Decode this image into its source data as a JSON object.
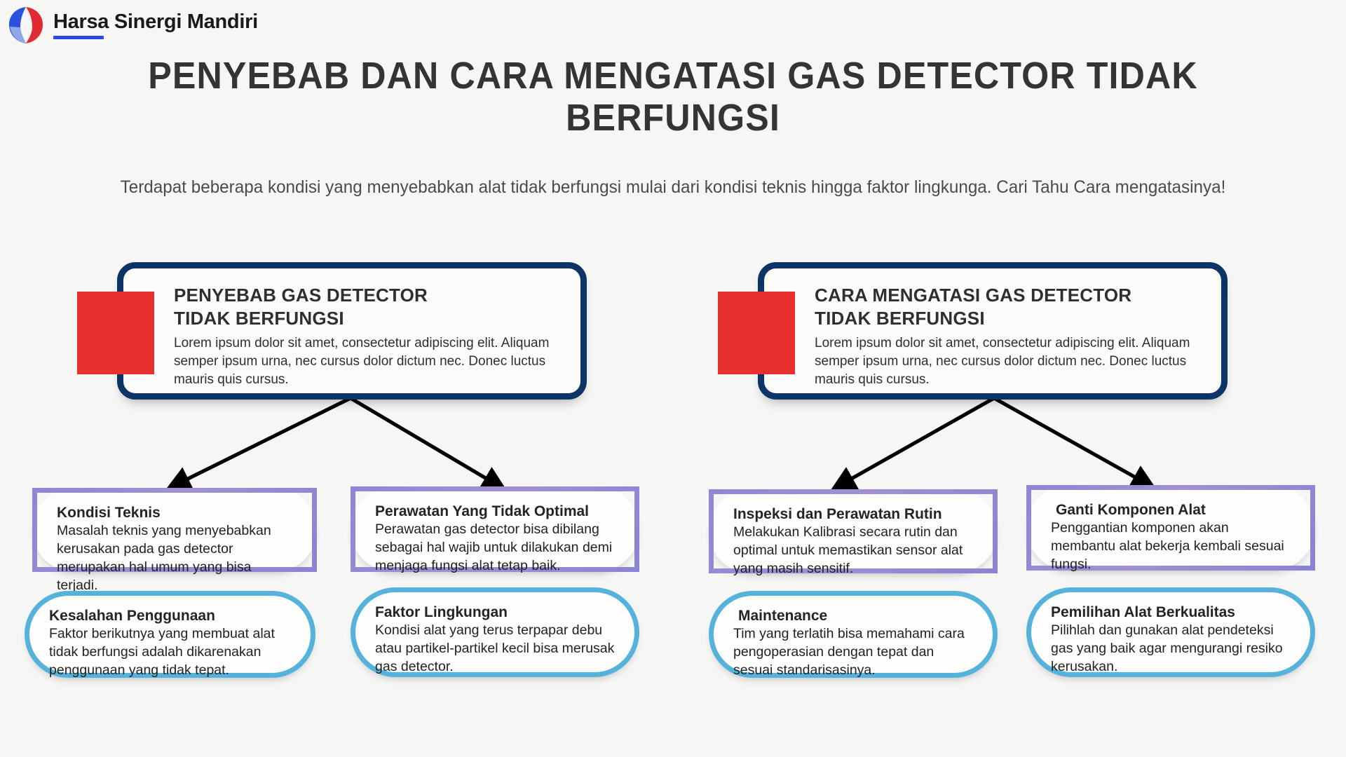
{
  "brand": {
    "name": "Harsa Sinergi Mandiri",
    "logo_icon": "harsa-shield-logo",
    "colors": {
      "blue": "#2b48e6",
      "red": "#e8302e",
      "light_blue": "#8fa8e8"
    }
  },
  "header": {
    "title": "PENYEBAB DAN CARA MENGATASI GAS DETECTOR TIDAK BERFUNGSI",
    "subtitle": "Terdapat beberapa kondisi yang menyebabkan alat tidak berfungsi mulai dari kondisi teknis hingga faktor lingkunga. Cari Tahu Cara mengatasinya!"
  },
  "colors": {
    "navy": "#0d3466",
    "red": "#e8302e",
    "purple": "#9790d6",
    "blue": "#55b2db",
    "background": "#f6f6f4",
    "text": "#2f2f2f"
  },
  "columns": [
    {
      "id": "penyebab",
      "head": {
        "title": "PENYEBAB GAS DETECTOR\nTIDAK BERFUNGSI",
        "body": "Lorem ipsum dolor sit amet, consectetur adipiscing elit. Aliquam semper ipsum urna, nec cursus dolor dictum nec. Donec luctus mauris quis cursus."
      },
      "leaves": [
        {
          "title": "Kondisi Teknis",
          "body": "Masalah teknis yang menyebabkan kerusakan pada gas detector merupakan hal umum yang bisa terjadi.",
          "accent": "purple"
        },
        {
          "title": "Perawatan Yang Tidak Optimal",
          "body": "Perawatan gas detector bisa dibilang sebagai hal wajib untuk dilakukan demi menjaga fungsi alat tetap baik.",
          "accent": "purple"
        },
        {
          "title": "Kesalahan Penggunaan",
          "body": "Faktor berikutnya yang membuat alat tidak berfungsi adalah dikarenakan penggunaan yang tidak tepat.",
          "accent": "blue"
        },
        {
          "title": "Faktor Lingkungan",
          "body": "Kondisi alat yang terus terpapar debu atau partikel-partikel kecil bisa merusak gas detector.",
          "accent": "blue"
        }
      ]
    },
    {
      "id": "cara-mengatasi",
      "head": {
        "title": "CARA MENGATASI GAS DETECTOR\nTIDAK BERFUNGSI",
        "body": "Lorem ipsum dolor sit amet, consectetur adipiscing elit. Aliquam semper ipsum urna, nec cursus dolor dictum nec. Donec luctus mauris quis cursus."
      },
      "leaves": [
        {
          "title": "Inspeksi dan Perawatan Rutin",
          "body": "Melakukan Kalibrasi secara rutin dan optimal untuk memastikan sensor alat yang masih sensitif.",
          "accent": "purple"
        },
        {
          "title": "Ganti Komponen Alat",
          "body": "Penggantian komponen akan membantu alat bekerja kembali sesuai fungsi.",
          "accent": "purple"
        },
        {
          "title": "Maintenance",
          "body": "Tim yang terlatih bisa memahami cara pengoperasian dengan tepat dan sesuai standarisasinya.",
          "accent": "blue"
        },
        {
          "title": "Pemilihan Alat Berkualitas",
          "body": "Pilihlah dan gunakan alat pendeteksi gas yang baik agar mengurangi resiko kerusakan.",
          "accent": "blue"
        }
      ]
    }
  ]
}
